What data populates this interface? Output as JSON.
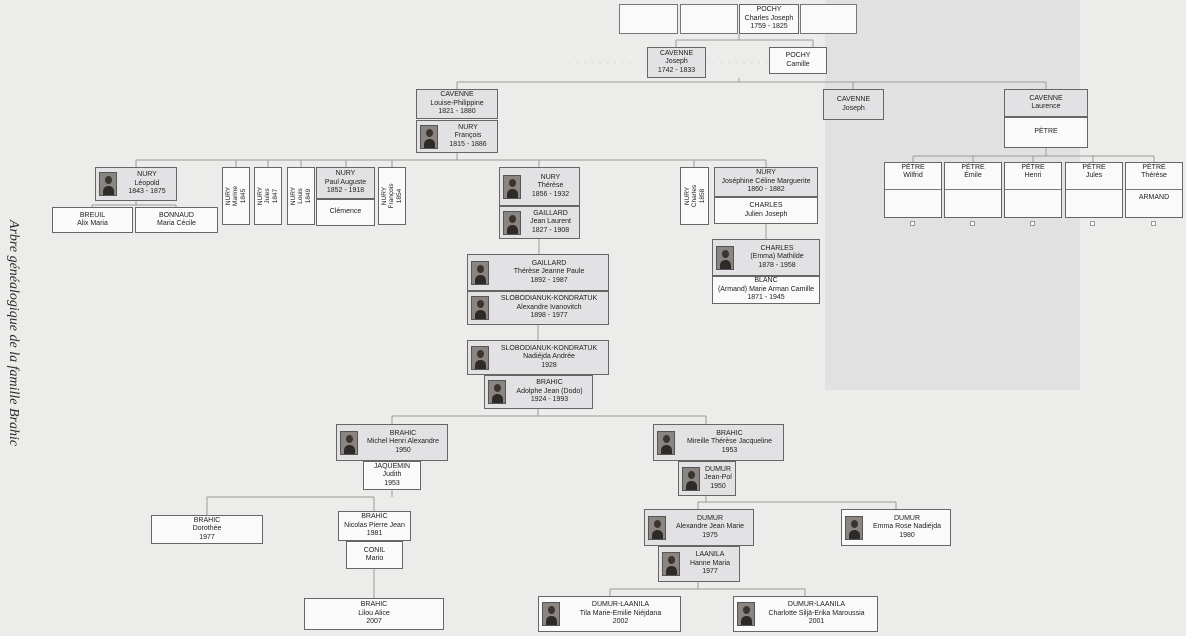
{
  "side_title": "Arbre généalogique de la famille Brahic",
  "persons": {
    "pochy_cj": [
      "POCHY",
      "Charles Joseph",
      "1759 - 1825"
    ],
    "cavenne_j": [
      "CAVENNE",
      "Joseph",
      "1742 - 1833"
    ],
    "pochy_c": [
      "POCHY",
      "Camille"
    ],
    "cavenne_lp": [
      "CAVENNE",
      "Louise-Philippine",
      "1821 - 1880"
    ],
    "nury_f": [
      "NURY",
      "François",
      "1815 - 1886"
    ],
    "cavenne_j2": [
      "CAVENNE",
      "Joseph"
    ],
    "cavenne_l": [
      "CAVENNE",
      "Laurence"
    ],
    "petre_sp": [
      "PÈTRE"
    ],
    "petre_w": [
      "PÈTRE",
      "Wilfrid"
    ],
    "petre_e": [
      "PÈTRE",
      "Émile"
    ],
    "petre_h": [
      "PÈTRE",
      "Henri"
    ],
    "petre_j": [
      "PÈTRE",
      "Jules"
    ],
    "petre_t": [
      "PÈTRE",
      "Thérèse"
    ],
    "armand": [
      "ARMAND"
    ],
    "nury_l": [
      "NURY",
      "Léopold",
      "1843 - 1875"
    ],
    "breuil": [
      "BREUIL",
      "Alix Maria"
    ],
    "bonnaud": [
      "BONNAUD",
      "Maria Cécile"
    ],
    "nury_ma": [
      "NURY",
      "Marine",
      "1845"
    ],
    "nury_ju": [
      "NURY",
      "Jules",
      "1847"
    ],
    "nury_lo": [
      "NURY",
      "Louis",
      "1849"
    ],
    "nury_pa": [
      "NURY",
      "Paul Auguste",
      "1852 - 1918"
    ],
    "clemence": [
      "Clémence"
    ],
    "nury_fr": [
      "NURY",
      "François",
      "1854"
    ],
    "nury_t": [
      "NURY",
      "Thérèse",
      "1856 - 1932"
    ],
    "gaillard_jl": [
      "GAILLARD",
      "Jean Laurent",
      "1827 - 1908"
    ],
    "nury_ch": [
      "NURY",
      "Charles",
      "1858"
    ],
    "nury_jcm": [
      "NURY",
      "Joséphine Céline Marguerite",
      "1860 - 1882"
    ],
    "charles_jj": [
      "CHARLES",
      "Julien Joseph"
    ],
    "charles_em": [
      "CHARLES",
      "(Emma) Mathilde",
      "1878 - 1958"
    ],
    "blanc": [
      "BLANC",
      "(Armand) Marie Arman Camille",
      "1871 - 1945"
    ],
    "gaillard_tjp": [
      "GAILLARD",
      "Thérèse Jeanne Paule",
      "1892 - 1987"
    ],
    "slob_ai": [
      "SLOBODIANUK-KONDRATUK",
      "Alexandre Ivanovitch",
      "1898 - 1977"
    ],
    "slob_na": [
      "SLOBODIANUK-KONDRATUK",
      "Nadiéjda Andrée",
      "1928"
    ],
    "brahic_aj": [
      "BRAHIC",
      "Adolphe Jean (Dodo)",
      "1924 - 1993"
    ],
    "brahic_mha": [
      "BRAHIC",
      "Michel Henri Alexandre",
      "1950"
    ],
    "jaquemin": [
      "JAQUEMIN",
      "Judith",
      "1953"
    ],
    "brahic_mtj": [
      "BRAHIC",
      "Mireille Thérèse Jacqueline",
      "1953"
    ],
    "dumur_jp": [
      "DUMUR",
      "Jean-Pol",
      "1950"
    ],
    "brahic_d": [
      "BRAHIC",
      "Dorothée",
      "1977"
    ],
    "brahic_npj": [
      "BRAHIC",
      "Nicolas Pierre Jean",
      "1981"
    ],
    "conil": [
      "CONIL",
      "Mario"
    ],
    "dumur_ajm": [
      "DUMUR",
      "Alexandre Jean Marie",
      "1975"
    ],
    "laanila": [
      "LAANILA",
      "Hanne Maria",
      "1977"
    ],
    "dumur_ern": [
      "DUMUR",
      "Emma Rose Nadiéjda",
      "1980"
    ],
    "brahic_la": [
      "BRAHIC",
      "Lilou Alice",
      "2007"
    ],
    "dl_tmen": [
      "DUMUR-LAANILA",
      "Tila Marie-Emilie Niéjdana",
      "2002"
    ],
    "dl_csem": [
      "DUMUR-LAANILA",
      "Charlotte Siljä-Erika Maroussia",
      "2001"
    ]
  }
}
